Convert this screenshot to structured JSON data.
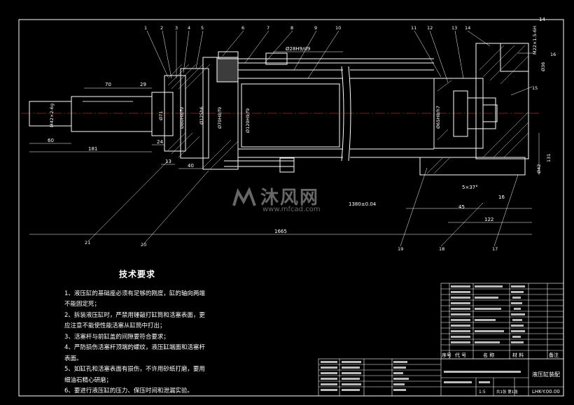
{
  "drawing": {
    "part_numbers": [
      "1",
      "2",
      "3",
      "4",
      "5",
      "6",
      "7",
      "8",
      "9",
      "10",
      "11",
      "12",
      "13",
      "14",
      "15",
      "16",
      "17",
      "18",
      "19",
      "20",
      "21"
    ],
    "dimensions": {
      "d70": "70",
      "d29": "29",
      "d60": "60",
      "d181": "181",
      "d24": "24",
      "d13": "13",
      "d40": "40",
      "d1665": "1665",
      "d122": "122",
      "d45": "45",
      "d131": "131",
      "d16": "16",
      "d14": "14",
      "fit_main": "Ø28H9/d9",
      "thread": "M42×2-6g",
      "thread2": "M22×1.5-6H",
      "phi71": "Ø71",
      "phi80": "Ø80H8/f9",
      "phi125": "Ø125h6",
      "phi70": "Ø70H8/f9",
      "phi120": "Ø120H9/f9",
      "phi65": "Ø65H8/h7",
      "phi42": "Ø42",
      "phi36": "Ø36",
      "bottom_len": "1380±0.04",
      "chamfer": "5×37°"
    }
  },
  "tech_requirements": {
    "title": "技术要求",
    "items": [
      "1、液压缸的基础座必须有足够的刚度，缸的轴向两端",
      "不能固定死；",
      "2、拆装液压缸时，严禁用锤敲打缸筒和活塞表面，更",
      "应注意不能使性能活塞从缸筒中打出；",
      "3、活塞杆与前缸盖的间隙要符合要求；",
      "4、严防损伤活塞杆顶端的螺纹，液压缸端面和活塞杆",
      "表面。",
      "5、如缸孔和活塞表面有损伤，不许用砂纸打磨，要用",
      "细油石精心研磨；",
      "6、要进行液压缸的压力、保压时间和泄漏实验。"
    ]
  },
  "watermark": {
    "brand": "沐风网",
    "url": "www.mfcad.com"
  },
  "title_block": {
    "header_labels": [
      "序号",
      "代 号",
      "名 称",
      "材 料",
      "备注"
    ],
    "drawing_name": "液压缸装配",
    "drawing_code": "LHK-Y.00.00",
    "scale": "1:5",
    "sheet": "共1张 第1张"
  }
}
